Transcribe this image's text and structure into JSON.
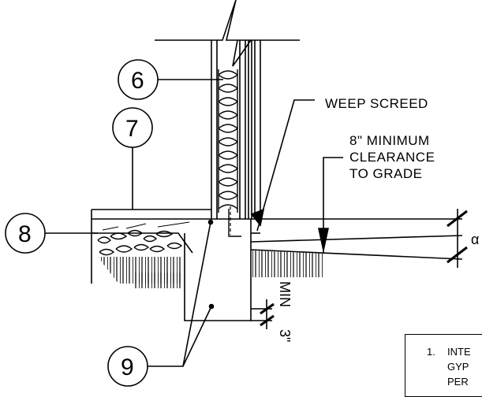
{
  "callouts": {
    "c6": "6",
    "c7": "7",
    "c8": "8",
    "c9": "9"
  },
  "labels": {
    "weep_screed": "WEEP SCREED",
    "clearance_1": "8\" MINIMUM",
    "clearance_2": "CLEARANCE",
    "clearance_3": "TO GRADE",
    "dim_min": "MIN",
    "dim_3": "3\"",
    "dim_alpha": "α"
  },
  "note": {
    "number": "1.",
    "lines": [
      "INTE",
      "GYP",
      "PER"
    ]
  }
}
